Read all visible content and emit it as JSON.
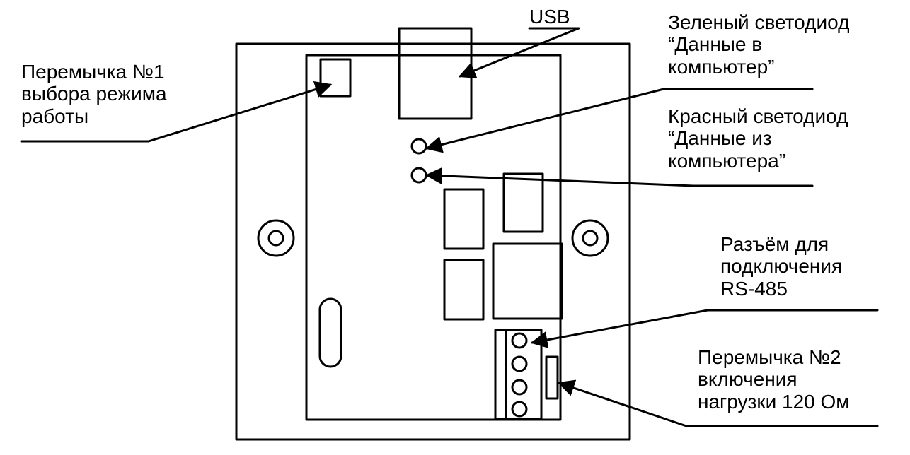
{
  "labels": {
    "usb": {
      "lines": [
        "USB"
      ]
    },
    "green_led": {
      "lines": [
        "Зеленый светодиод",
        "“Данные в",
        "компьютер”"
      ]
    },
    "red_led": {
      "lines": [
        "Красный светодиод",
        "“Данные из",
        "компьютера”"
      ]
    },
    "jumper_1": {
      "lines": [
        "Перемычка №1",
        "выбора режима",
        "работы"
      ]
    },
    "rs485_connector": {
      "lines": [
        "Разъём для",
        "подключения",
        "RS-485"
      ]
    },
    "jumper_2": {
      "lines": [
        "Перемычка №2",
        "включения",
        "нагрузки 120 Ом"
      ]
    }
  },
  "colors": {
    "stroke": "#000000",
    "background": "#ffffff"
  }
}
